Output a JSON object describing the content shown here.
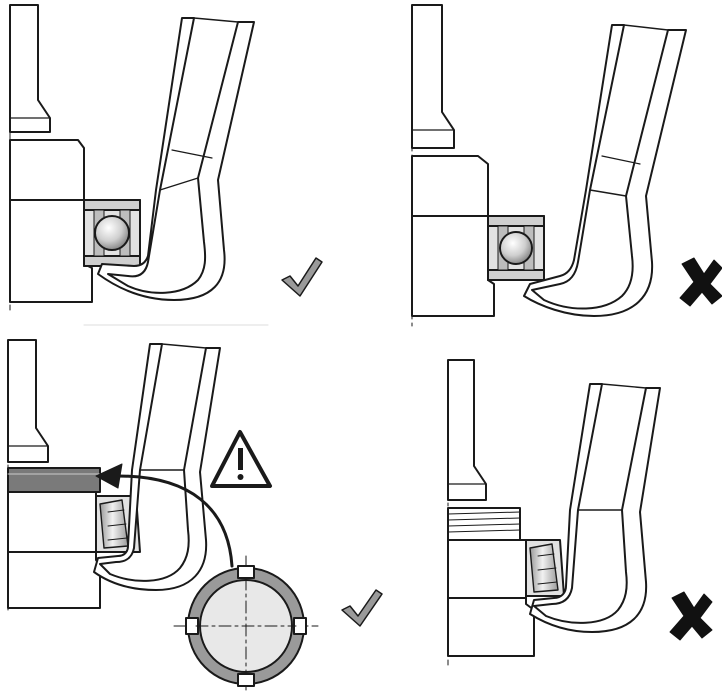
{
  "panels": [
    {
      "id": "ball-bearing-correct",
      "verdict": "correct",
      "verdict_icon": "check-icon"
    },
    {
      "id": "ball-bearing-incorrect",
      "verdict": "incorrect",
      "verdict_icon": "cross-icon"
    },
    {
      "id": "roller-bearing-locknut-correct",
      "verdict": "correct",
      "verdict_icon": "check-icon",
      "warning_icon": "warning-triangle-icon",
      "detail_icon": "slotted-locknut-icon"
    },
    {
      "id": "roller-bearing-threaded-incorrect",
      "verdict": "incorrect",
      "verdict_icon": "cross-icon"
    }
  ],
  "colors": {
    "line": "#1a1a1a",
    "metal_light": "#e2e2e2",
    "metal_mid": "#bdbdbd",
    "metal_dark": "#7a7a7a",
    "check_fill": "#9a9a9a",
    "cross_fill": "#111111"
  }
}
